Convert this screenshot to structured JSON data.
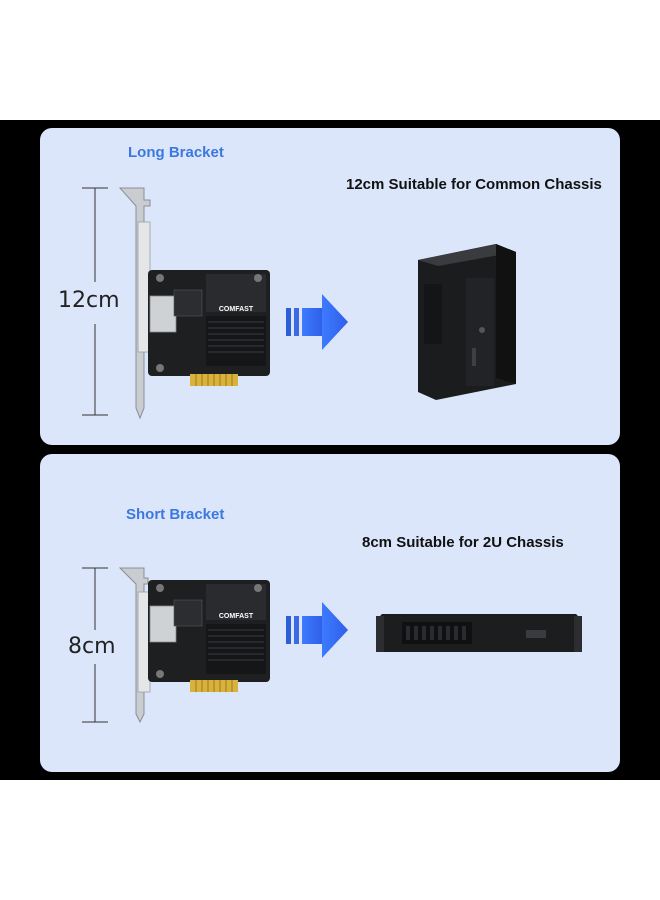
{
  "panels": [
    {
      "bracket_title": "Long Bracket",
      "dimension": "12cm",
      "chassis_caption": "12cm Suitable for Common Chassis",
      "card_brand": "COMFAST",
      "chassis_type": "tower-pc-case"
    },
    {
      "bracket_title": "Short Bracket",
      "dimension": "8cm",
      "chassis_caption": "8cm Suitable for 2U Chassis",
      "card_brand": "COMFAST",
      "chassis_type": "2u-rack-case"
    }
  ],
  "colors": {
    "panel_bg": "#dce6fb",
    "title_blue": "#3b78e0",
    "arrow_blue": "#2f6ff0",
    "background": "#000000"
  },
  "icons": [
    "pcie-network-card",
    "arrow-right-icon",
    "tower-case",
    "rack-server"
  ]
}
